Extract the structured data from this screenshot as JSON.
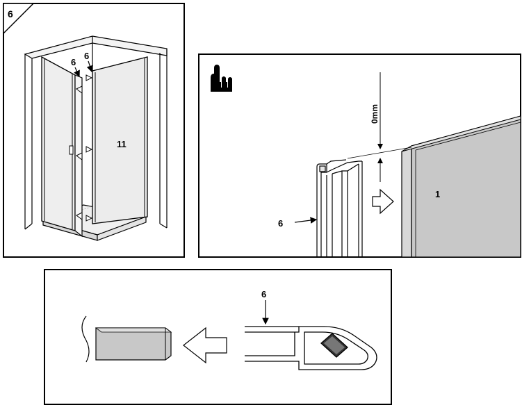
{
  "step": {
    "number": "6"
  },
  "panel_shower": {
    "seal_label_left": "6",
    "seal_label_right": "6",
    "panel_label": "11"
  },
  "panel_detail": {
    "gap_label": "0mm",
    "seal_label": "6",
    "glass_label": "1",
    "hand_icon": "hand-pointing-icon"
  },
  "panel_section": {
    "seal_label": "6"
  },
  "colors": {
    "glass_fill": "#c8c8c8",
    "glass_light": "#dedede",
    "line": "#000000",
    "background": "#ffffff"
  }
}
